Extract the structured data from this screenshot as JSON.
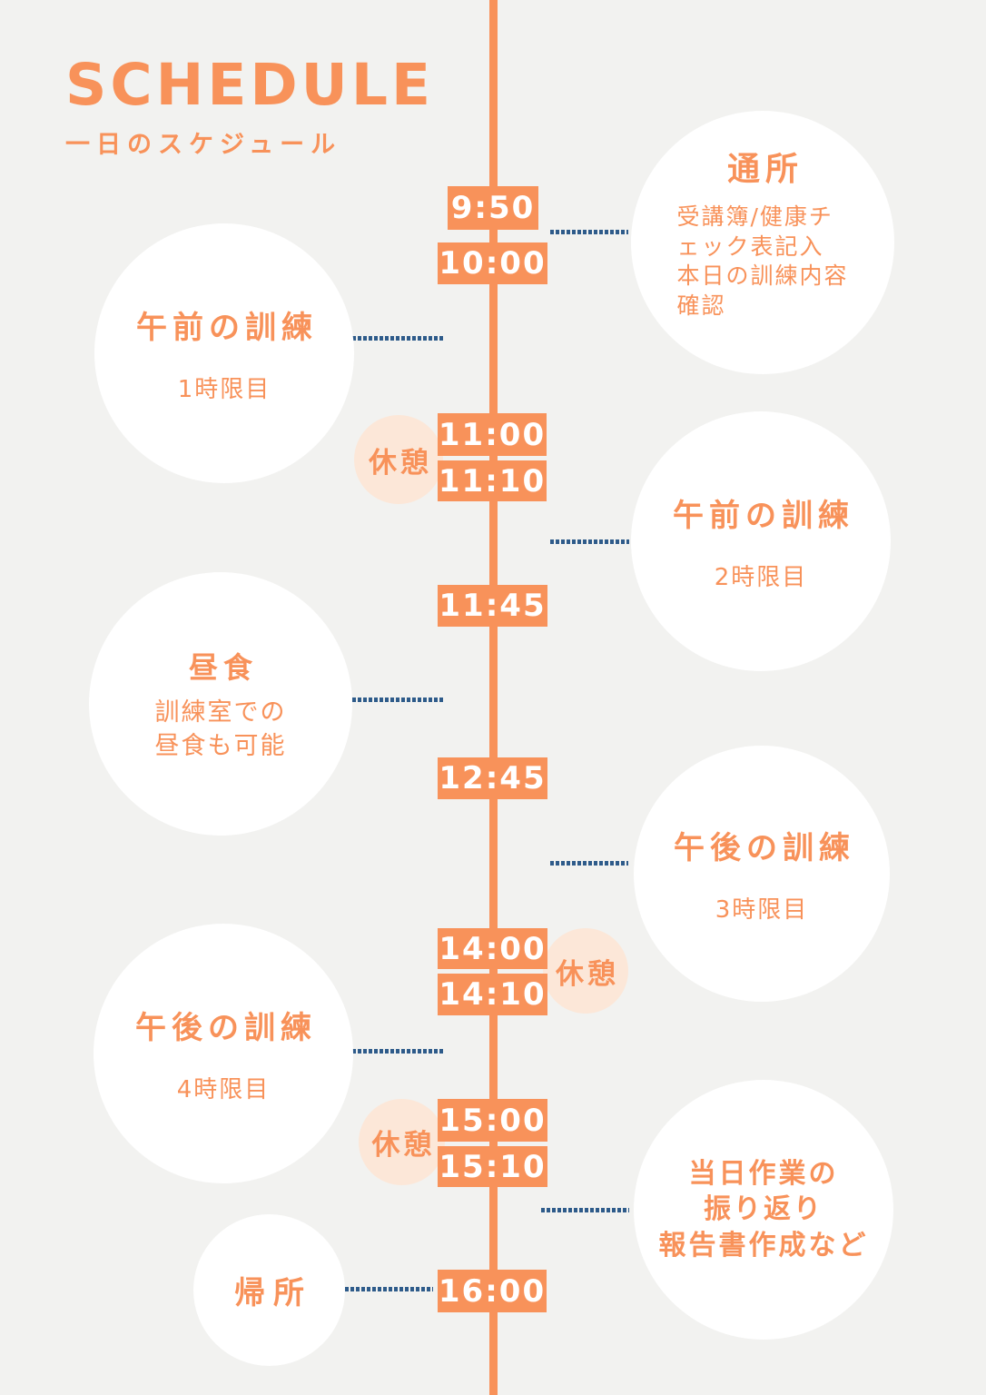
{
  "header": {
    "title": "SCHEDULE",
    "subtitle": "一日のスケジュール"
  },
  "colors": {
    "background": "#F2F2F0",
    "accent_orange": "#F8925A",
    "break_peach": "#FCE7D8",
    "connector_navy": "#2E5B8A",
    "circle_white": "#FFFFFF",
    "badge_text": "#FFFFFF"
  },
  "times": [
    "9:50",
    "10:00",
    "11:00",
    "11:10",
    "11:45",
    "12:45",
    "14:00",
    "14:10",
    "15:00",
    "15:10",
    "16:00"
  ],
  "break_label": "休憩",
  "events": [
    {
      "title": "通所",
      "lines": [
        "受講簿/健康チ",
        "ェック表記入",
        "本日の訓練内容",
        "確認"
      ]
    },
    {
      "title": "午前の訓練",
      "subtitle": "1時限目"
    },
    {
      "title": "午前の訓練",
      "subtitle": "2時限目"
    },
    {
      "title": "昼食",
      "lines": [
        "訓練室での",
        "昼食も可能"
      ]
    },
    {
      "title": "午後の訓練",
      "subtitle": "3時限目"
    },
    {
      "title": "午後の訓練",
      "subtitle": "4時限目"
    },
    {
      "lines": [
        "当日作業の",
        "振り返り",
        "報告書作成など"
      ]
    },
    {
      "title": "帰所"
    }
  ]
}
